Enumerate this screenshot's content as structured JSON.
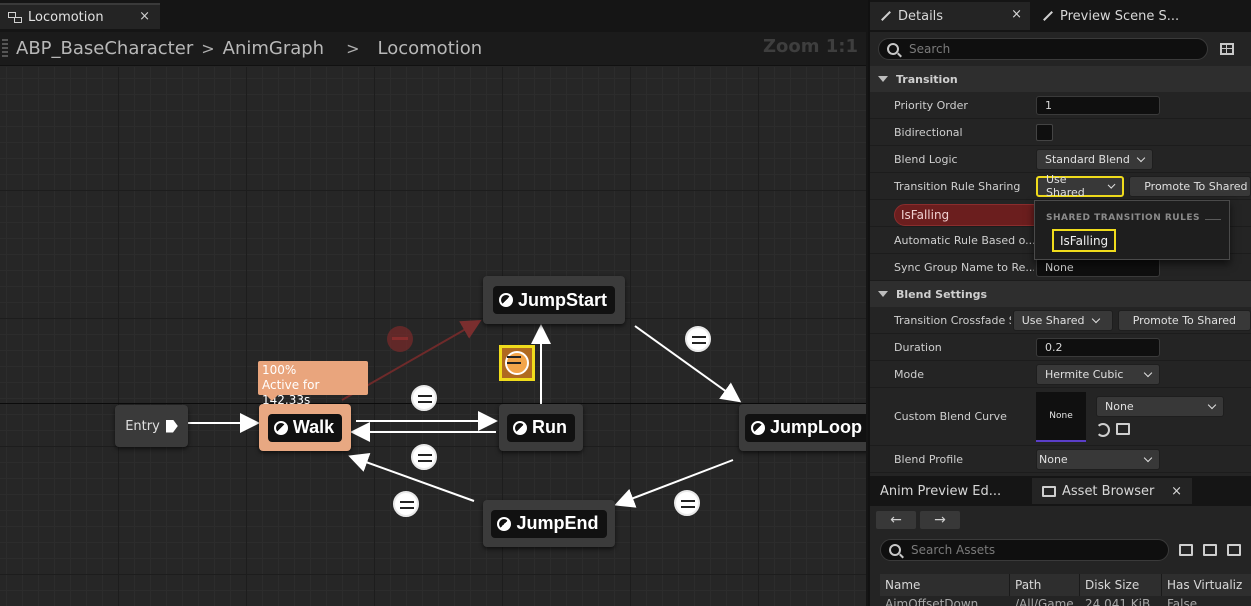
{
  "graph": {
    "tab_label": "Locomotion",
    "tab_close": "×",
    "breadcrumb": [
      "ABP_BaseCharacter",
      "AnimGraph",
      "Locomotion"
    ],
    "breadcrumb_sep": ">",
    "zoom": "Zoom 1:1",
    "entry_label": "Entry",
    "states": {
      "walk": "Walk",
      "run": "Run",
      "jump_start": "JumpStart",
      "jump_loop": "JumpLoop",
      "jump_end": "JumpEnd"
    },
    "active_badge": {
      "line1": "100%",
      "line2": "Active for 142.33s"
    },
    "colors": {
      "active_state": "#e8a882",
      "selection": "#f0dc1c",
      "state_body": "#3b3b3b"
    }
  },
  "details": {
    "tabs": [
      {
        "label": "Details",
        "close": "×"
      },
      {
        "label": "Preview Scene S..."
      }
    ],
    "search_placeholder": "Search",
    "sections": {
      "transition": "Transition",
      "blend_settings": "Blend Settings"
    },
    "transition": {
      "priority_order": {
        "label": "Priority Order",
        "value": "1"
      },
      "bidirectional": {
        "label": "Bidirectional"
      },
      "blend_logic": {
        "label": "Blend Logic",
        "value": "Standard Blend"
      },
      "rule_sharing": {
        "label": "Transition Rule Sharing",
        "value": "Use Shared",
        "button": "Promote To Shared"
      },
      "rule_pill": "IsFalling",
      "auto_rule": {
        "label": "Automatic Rule Based o..."
      },
      "sync_group": {
        "label": "Sync Group Name to Re...",
        "value": "None"
      }
    },
    "blend": {
      "crossfade": {
        "label": "Transition Crossfade Sharing",
        "value": "Use Shared",
        "button": "Promote To Shared"
      },
      "duration": {
        "label": "Duration",
        "value": "0.2"
      },
      "mode": {
        "label": "Mode",
        "value": "Hermite Cubic"
      },
      "custom_curve": {
        "label": "Custom Blend Curve",
        "thumb": "None",
        "value": "None"
      },
      "blend_profile": {
        "label": "Blend Profile",
        "value": "None"
      }
    },
    "dropdown": {
      "title": "SHARED TRANSITION RULES",
      "item": "IsFalling"
    }
  },
  "assets": {
    "tabs": [
      {
        "label": "Anim Preview Ed..."
      },
      {
        "label": "Asset Browser",
        "close": "×"
      }
    ],
    "nav_back": "←",
    "nav_forward": "→",
    "search_placeholder": "Search Assets",
    "columns": [
      "Name",
      "Path",
      "Disk Size",
      "Has Virtualiz"
    ],
    "row": [
      "AimOffsetDown",
      "/All/Game...",
      "24.041 KiB",
      "False"
    ]
  }
}
